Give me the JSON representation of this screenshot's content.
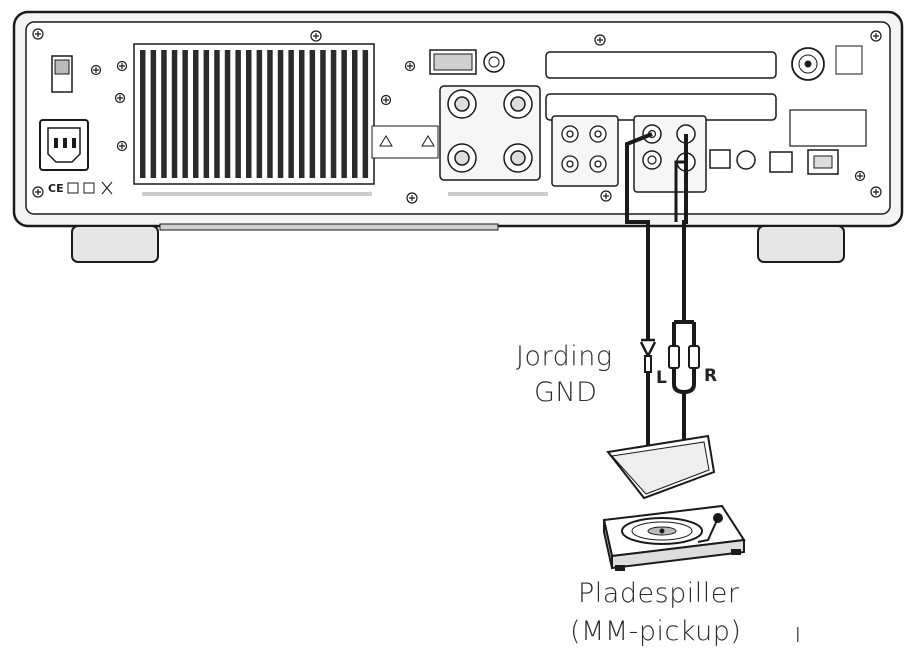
{
  "labels": {
    "ground_line1": "Jording",
    "ground_line2": "GND",
    "left_channel": "L",
    "right_channel": "R",
    "turntable_line1": "Pladespiller",
    "turntable_line2": "(MM-pickup)"
  },
  "colors": {
    "line": "#1a1a1a",
    "chassis_fill": "#ffffff",
    "panel_grey": "#e9e9e9",
    "vent_dark": "#2b2b2b",
    "text": "#2a2a2a"
  }
}
